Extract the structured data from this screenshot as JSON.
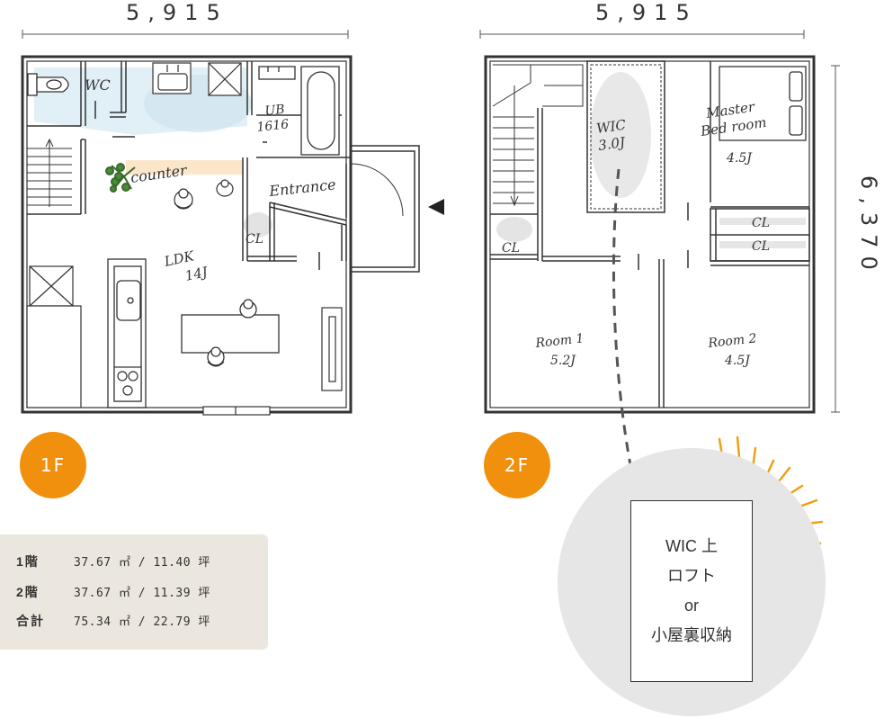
{
  "dimensions": {
    "width_1f": "5,915",
    "width_2f": "5,915",
    "depth": "6,370"
  },
  "floor1": {
    "badge": "1F",
    "rooms": {
      "wc": "WC",
      "ub": "UB",
      "ub_size": "1616",
      "counter": "counter",
      "entrance": "Entrance",
      "cl": "CL",
      "ldk": "LDK",
      "ldk_size": "14J"
    }
  },
  "floor2": {
    "badge": "2F",
    "rooms": {
      "wic": "WIC",
      "wic_size": "3.0J",
      "master_1": "Master",
      "master_2": "Bed room",
      "master_size": "4.5J",
      "cl_left": "CL",
      "cl_right_1": "CL",
      "cl_right_2": "CL",
      "room1": "Room 1",
      "room1_size": "5.2J",
      "room2": "Room 2",
      "room2_size": "4.5J"
    }
  },
  "areas": [
    {
      "label": "1階",
      "value": "37.67 ㎡ / 11.40 坪"
    },
    {
      "label": "2階",
      "value": "37.67 ㎡ / 11.39 坪"
    },
    {
      "label": "合計",
      "value": "75.34 ㎡ / 22.79 坪"
    }
  ],
  "loft": {
    "line1": "WIC 上",
    "line2": "ロフト",
    "line3": "or",
    "line4": "小屋裏収納"
  },
  "colors": {
    "accent": "#f0900c",
    "wall": "#333333",
    "water_tint": "#dcecf4",
    "counter_tint": "#fbe3c4",
    "panel": "#ece7de",
    "loft_bg": "#e6e6e6",
    "dashed_link": "#555555"
  },
  "icons": [
    "toilet-icon",
    "sink-icon",
    "bathtub-icon",
    "stove-icon",
    "plant-icon",
    "chair-icon",
    "entrance-arrow-icon",
    "sunburst-icon"
  ]
}
